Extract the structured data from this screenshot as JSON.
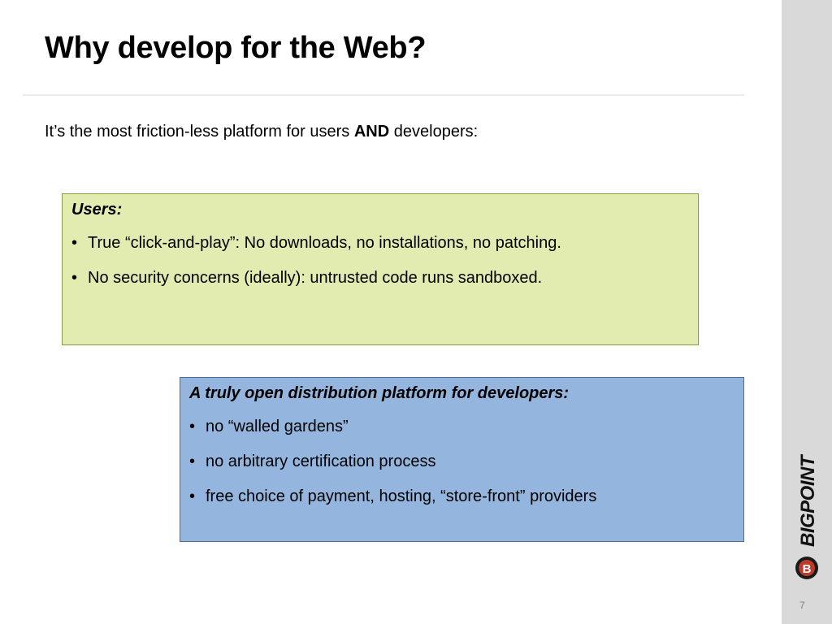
{
  "slide": {
    "title": "Why develop for the Web?",
    "subtitle_pre": "It’s the most friction-less platform for users ",
    "subtitle_bold": "AND",
    "subtitle_post": " developers:",
    "page_number": "7"
  },
  "users_box": {
    "heading": "Users:",
    "bullets": [
      "True “click-and-play”: No downloads, no installations, no patching.",
      "No security concerns (ideally): untrusted code runs sandboxed."
    ]
  },
  "developers_box": {
    "heading": "A truly open distribution platform for developers:",
    "bullets": [
      "no “walled gardens”",
      "no arbitrary certification process",
      "free choice of payment, hosting, “store-front” providers"
    ]
  },
  "logo": {
    "text": "BIGPOINT",
    "badge_letter": "B"
  },
  "colors": {
    "users_box_bg": "#e2ecb0",
    "developers_box_bg": "#94b6de",
    "sidebar_bg": "#d9d9d9"
  }
}
